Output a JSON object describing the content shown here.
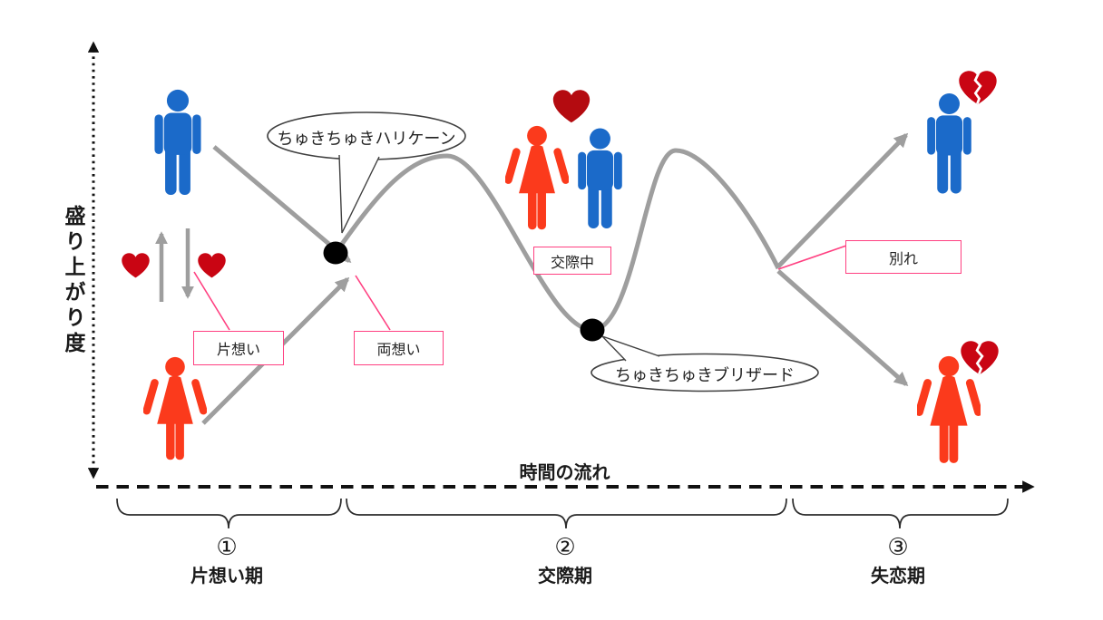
{
  "y_axis": {
    "label": "盛り上がり度"
  },
  "x_axis": {
    "label": "時間の流れ"
  },
  "speech_bubbles": {
    "hurricane": "ちゅきちゅきハリケーン",
    "blizzard": "ちゅきちゅきブリザード"
  },
  "annotations": {
    "one_sided_love": "片想い",
    "mutual_love": "両想い",
    "dating": "交際中",
    "breakup": "別れ"
  },
  "phases": [
    {
      "number": "①",
      "name": "片想い期"
    },
    {
      "number": "②",
      "name": "交際期"
    },
    {
      "number": "③",
      "name": "失恋期"
    }
  ],
  "icons": [
    "male-figure-icon",
    "female-figure-icon",
    "heart-icon",
    "broken-heart-icon",
    "up-arrow-icon",
    "down-arrow-icon"
  ],
  "colors": {
    "male_blue": "#1b6ac9",
    "female_red": "#fb3a1c",
    "heart_red": "#c90513",
    "curve_gray": "#9e9e9e",
    "accent_pink": "#ff4081",
    "axis_black": "#1a1a1a"
  }
}
